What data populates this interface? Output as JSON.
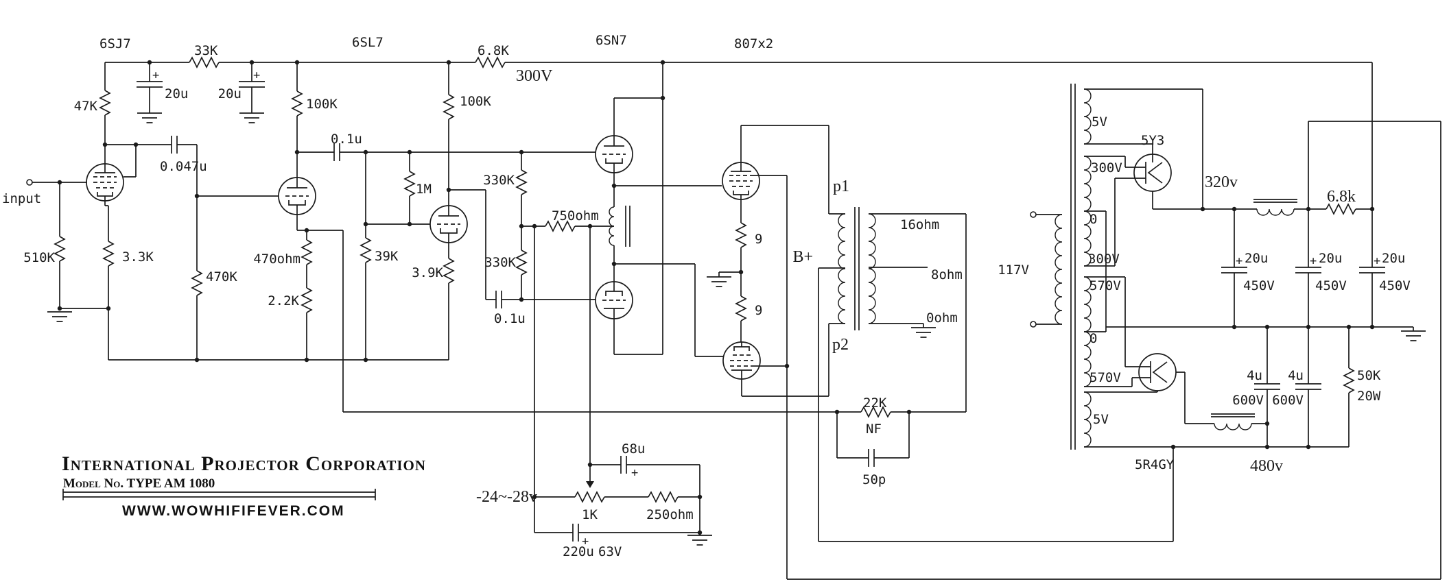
{
  "title_block": {
    "company": "International Projector Corporation",
    "model": "Model No. TYPE AM 1080",
    "website": "WWW.WOWHIFIFEVER.COM"
  },
  "tubes": {
    "v1": "6SJ7",
    "v2": "6SL7",
    "v3": "6SN7",
    "v4": "807x2",
    "rect1": "5Y3",
    "rect2": "5R4GY"
  },
  "labels": {
    "input": "input",
    "r47k": "47K",
    "r33k": "33K",
    "c20u_1": "20u",
    "c20u_2": "20u",
    "plus": "+",
    "r100k_1": "100K",
    "r510k": "510K",
    "r3k3": "3.3K",
    "r470k": "470K",
    "c047": "0.047u",
    "c01_1": "0.1u",
    "r1m": "1M",
    "r100k_2": "100K",
    "r6k8_rail": "6.8K",
    "v300": "300V",
    "r470ohm": "470ohm",
    "r2k2": "2.2K",
    "r39k": "39K",
    "r3k9": "3.9K",
    "r330k_1": "330K",
    "r330k_2": "330K",
    "r750": "750ohm",
    "c01_2": "0.1u",
    "r9_1": "9",
    "r9_2": "9",
    "p1": "p1",
    "p2": "p2",
    "bplus": "B+",
    "ohm16": "16ohm",
    "ohm8": "8ohm",
    "ohm0": "0ohm",
    "r22k": "22K",
    "nf": "NF",
    "c50p": "50p",
    "bias": "-24~-28v",
    "c68u": "68u",
    "r1k": "1K",
    "r250": "250ohm",
    "c220u": "220u",
    "v63": "63V",
    "tx117": "117V",
    "w5v_1": "5V",
    "w300_1": "300V",
    "w0_1": "0",
    "w300_2": "300V",
    "w570_1": "570V",
    "w0_2": "0",
    "w570_2": "570V",
    "w5v_2": "5V",
    "v320": "320v",
    "v480": "480v",
    "c20u_p1": "20u",
    "v450_1": "450V",
    "c20u_p2": "20u",
    "v450_2": "450V",
    "c20u_p3": "20u",
    "v450_3": "450V",
    "c4u_1": "4u",
    "v600_1": "600V",
    "c4u_2": "4u",
    "v600_2": "600V",
    "r6k8_psu": "6.8k",
    "r50k": "50K",
    "w20": "20W"
  }
}
